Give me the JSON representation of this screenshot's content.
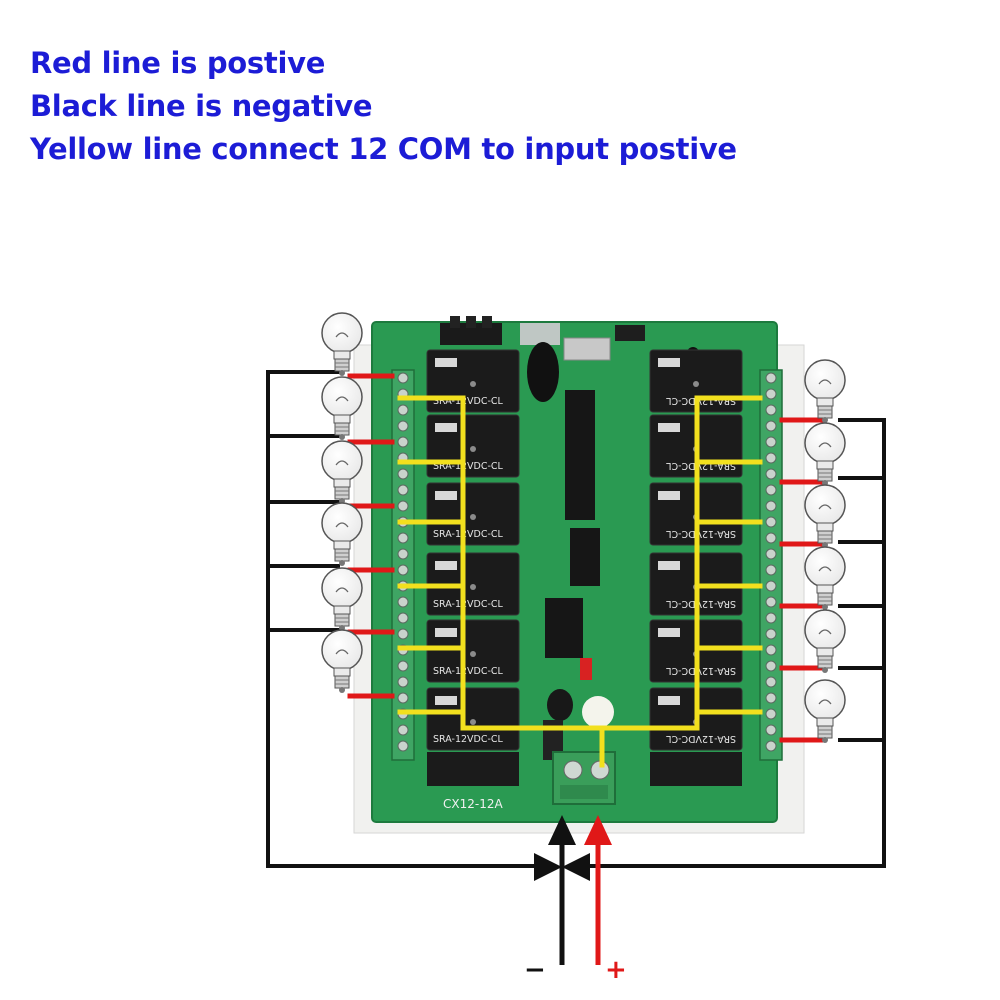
{
  "caption": {
    "line1": "Red line is postive",
    "line2": "Black line is negative",
    "line3": "Yellow line connect 12 COM to input postive"
  },
  "board": {
    "model": "CX12-12A",
    "relay_label_left": "SRA-12VDC-CL",
    "relay_label_right": "SRA-12VDC-CL",
    "relay_count": 12
  },
  "terminals": {
    "negative_sign": "−",
    "positive_sign": "+"
  },
  "wire_colors": {
    "positive": "#e01818",
    "negative": "#111111",
    "com": "#f2e01e",
    "caption": "#1c1cd6",
    "board": "#2a9a52"
  },
  "icons": [
    "light-bulb-icon",
    "relay-icon",
    "arrow-up-icon"
  ]
}
